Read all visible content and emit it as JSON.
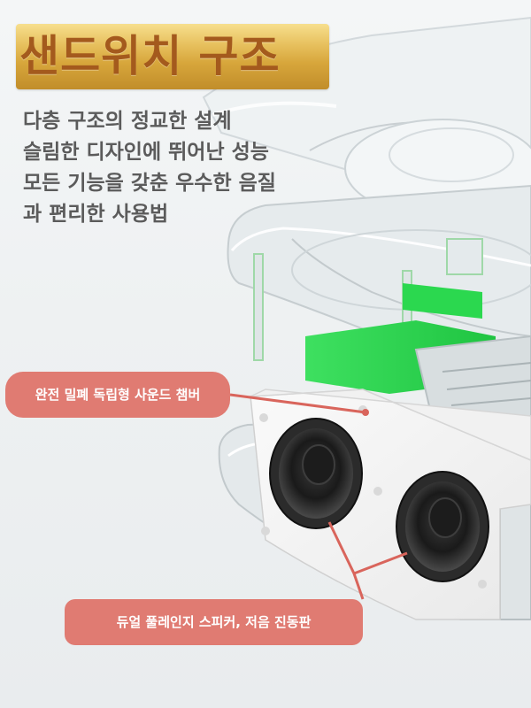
{
  "title": "샌드위치 구조",
  "description_lines": [
    "다층 구조의 정교한 설계",
    "슬림한 디자인에 뛰어난 성능",
    "모든 기능을 갖춘 우수한 음질",
    "과 편리한 사용법"
  ],
  "callouts": {
    "chamber": "완전 밀폐 독립형 사운드 챔버",
    "speaker": "듀얼 풀레인지 스피커, 저음 진동판"
  },
  "colors": {
    "title_gold": "#d7a63b",
    "title_text": "#a45a1d",
    "callout_bg": "#e07b72",
    "pcb_green": "#2bd84f",
    "acrylic": "#e3e8ea"
  }
}
